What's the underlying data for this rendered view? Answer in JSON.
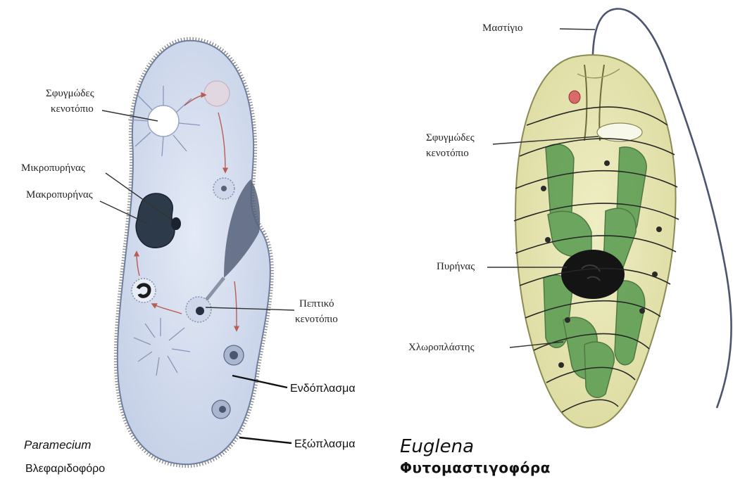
{
  "paramecium": {
    "labels": {
      "contractile_vacuole_line1": "Σφυγμώδες",
      "contractile_vacuole_line2": "κενοτόπιο",
      "micronucleus": "Μικροπυρήνας",
      "macronucleus": "Μακροπυρήνας",
      "food_vacuole_line1": "Πεπτικό",
      "food_vacuole_line2": "κενοτόπιο",
      "endoplasm": "Ενδόπλασμα",
      "ectoplasm": "Εξώπλασμα"
    },
    "caption_genus": "Paramecium",
    "caption_group": "Βλεφαριδοφόρο"
  },
  "euglena": {
    "labels": {
      "flagellum": "Μαστίγιο",
      "contractile_vacuole_line1": "Σφυγμώδες",
      "contractile_vacuole_line2": "κενοτόπιο",
      "nucleus": "Πυρήνας",
      "chloroplast": "Χλωροπλάστης"
    },
    "caption_genus": "Euglena",
    "caption_group": "Φυτομαστιγοφόρα"
  },
  "colors": {
    "paramecium_body": "#d3dcef",
    "paramecium_nucleus": "#2d3a4a",
    "euglena_body": "#e7e6b2",
    "euglena_chloroplast": "#5f9e55",
    "euglena_nucleus": "#141414",
    "arrow": "#b5463a"
  }
}
